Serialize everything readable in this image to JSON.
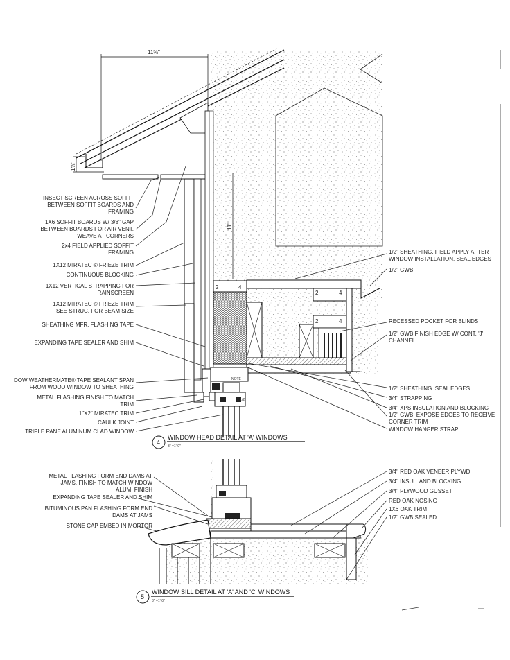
{
  "dimensions": {
    "overhang": "11⅜\"",
    "fascia": "1⅝\"",
    "wall": "11\""
  },
  "head_detail": {
    "number": "4",
    "title": "WINDOW HEAD DETAIL AT 'A' WINDOWS",
    "scale": "3\" =1'-0\"",
    "left_labels": [
      "INSECT SCREEN ACROSS SOFFIT|BETWEEN SOFFIT BOARDS AND|FRAMING",
      "1X6 SOFFIT BOARDS W/ 3/8\" GAP|BETWEEN BOARDS FOR AIR VENT.|WEAVE AT CORNERS",
      "2x4 FIELD APPLIED SOFFIT|FRAMING",
      "1X12 MIRATEC ® FRIEZE TRIM",
      "CONTINUOUS BLOCKING",
      "1X12 VERTICAL STRAPPING FOR|RAINSCREEN",
      "1X12 MIRATEC ® FRIEZE TRIM|SEE STRUC. FOR BEAM SIZE",
      "SHEATHING MFR. FLASHING TAPE",
      "EXPANDING TAPE SEALER AND SHIM",
      "DOW WEATHERMATE® TAPE SEALANT SPAN|FROM WOOD WINDOW TO SHEATHING",
      "METAL FLASHING FINISH TO MATCH|TRIM",
      "1\"X2\" MIRATEC TRIM",
      "CAULK JOINT",
      "TRIPLE PANE ALUMINUM CLAD WINDOW"
    ],
    "right_labels": [
      "1/2\" SHEATHING. FIELD APPLY AFTER|WINDOW INSTALLATION. SEAL EDGES",
      "1/2\" GWB",
      "RECESSED POCKET FOR BLINDS",
      "1/2\" GWB FINISH EDGE W/ CONT. 'J'|CHANNEL",
      "1/2\" SHEATHING. SEAL EDGES",
      "3/4\" STRAPPING",
      "3/4\" XPS INSULATION AND BLOCKING",
      "1/2\" GWB. EXPOSE EDGES TO RECEIVE|CORNER TRIM",
      "WINDOW HANGER STRAP"
    ]
  },
  "sill_detail": {
    "number": "5",
    "title": "WINDOW SILL DETAIL AT 'A' AND 'C' WINDOWS",
    "scale": "3\" =1'-0\"",
    "left_labels": [
      "METAL FLASHING FORM END DAMS AT|JAMS. FINISH TO MATCH WINDOW|ALUM. FINISH",
      "EXPANDING TAPE SEALER AND SHIM",
      "BITUMINOUS PAN FLASHING FORM END|DAMS AT JAMS",
      "STONE CAP EMBED IN MORTOR"
    ],
    "right_labels": [
      "3/4\" RED OAK VENEER PLYWD.",
      "3/4\" INSUL. AND BLOCKING",
      "3/4\" PLYWOOD GUSSET",
      "RED OAK NOSING",
      "1X6 OAK TRIM",
      "1/2\" GWB SEALED"
    ]
  },
  "member_marks": [
    "2",
    "4"
  ],
  "tiny_marks": [
    "NOTE",
    "2 1/2"
  ],
  "colors": {
    "line": "#111111",
    "stipple": "#7a7a7a",
    "paper": "#ffffff"
  }
}
